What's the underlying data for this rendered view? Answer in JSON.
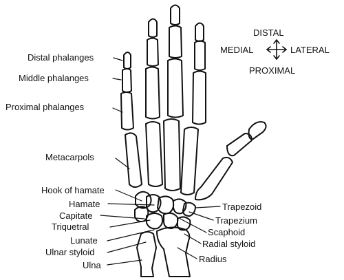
{
  "orientation": {
    "distal": "DISTAL",
    "medial": "MEDIAL",
    "lateral": "LATERAL",
    "proximal": "PROXIMAL"
  },
  "labels": {
    "distal_phalanges": "Distal phalanges",
    "middle_phalanges": "Middle phalanges",
    "proximal_phalanges": "Proximal phalanges",
    "metacarpals": "Metacarpols",
    "hook_of_hamate": "Hook of hamate",
    "hamate": "Hamate",
    "capitate": "Capitate",
    "triquetral": "Triquetral",
    "lunate": "Lunate",
    "ulnar_styloid": "Ulnar styloid",
    "ulna": "Ulna",
    "trapezoid": "Trapezoid",
    "trapezium": "Trapezium",
    "scaphoid": "Scaphoid",
    "radial_styloid": "Radial styloid",
    "radius": "Radius"
  }
}
